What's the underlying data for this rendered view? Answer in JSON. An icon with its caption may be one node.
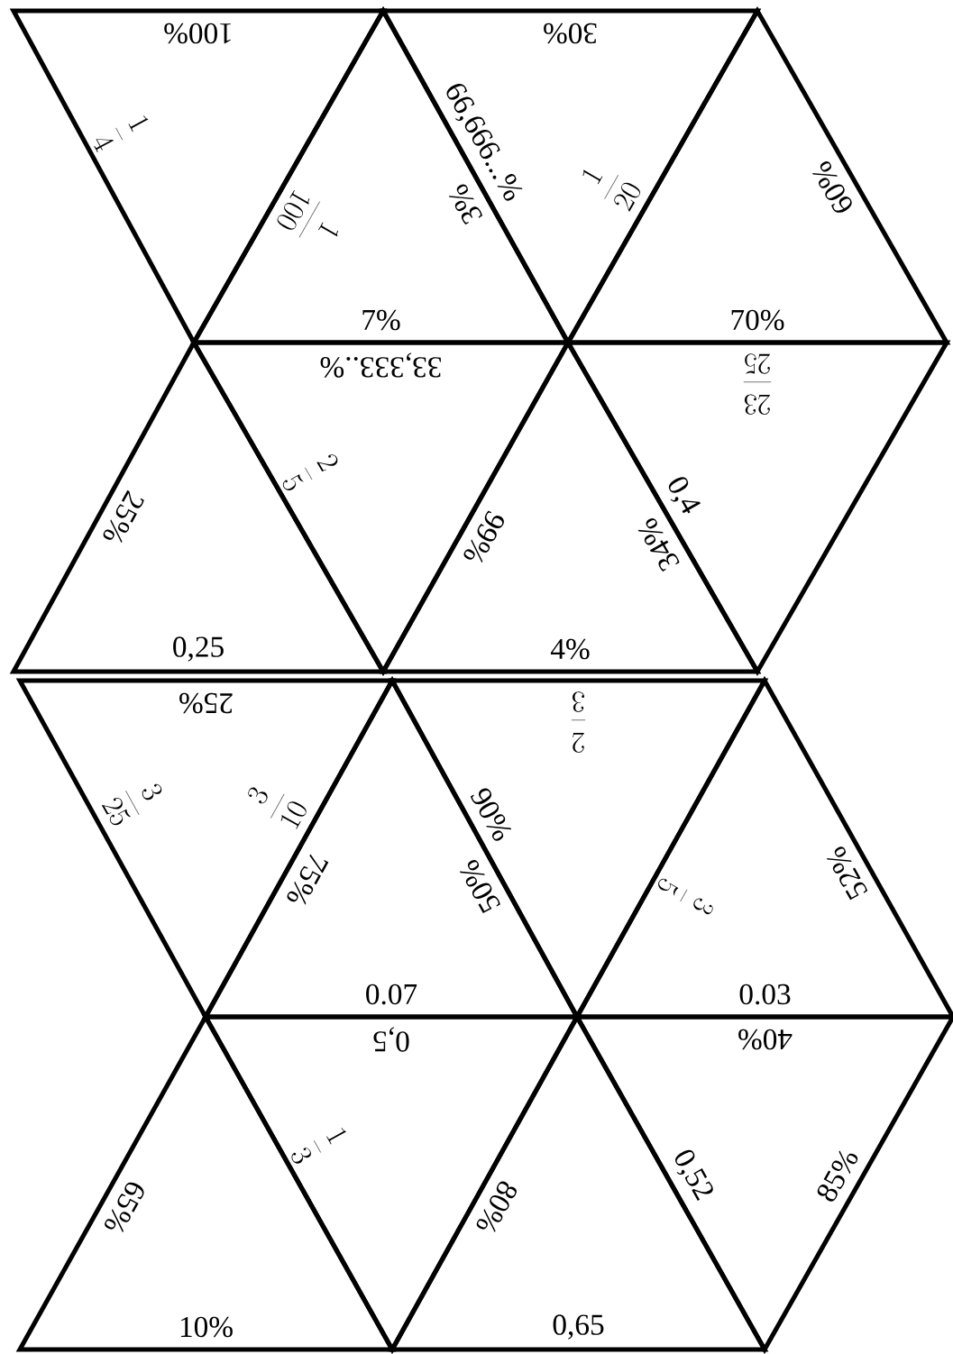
{
  "diagram": {
    "nodes": [
      {
        "text": [
          "100%",
          "\\frac{1}{4}"
        ]
      },
      {
        "text": [
          "\\frac{1}{100}",
          "3%",
          "7%"
        ]
      },
      {
        "text": [
          "30%",
          "66,666...%",
          "\\frac{1}{20}"
        ]
      },
      {
        "text": [
          "60%",
          "70%"
        ]
      },
      {
        "text": [
          "25%",
          "0,25"
        ]
      },
      {
        "text": [
          "33,333..%",
          "\\frac{2}{5}"
        ]
      },
      {
        "text": [
          "99%",
          "34%",
          "4%"
        ]
      },
      {
        "text": [
          "\\frac{23}{25}",
          "0,4"
        ]
      },
      {
        "text": [
          "25%",
          "\\frac{3}{25}",
          "\\frac{3}{10}"
        ]
      },
      {
        "text": [
          "75%",
          "50%",
          "0.07"
        ]
      },
      {
        "text": [
          "\\frac{2}{3}",
          "90%"
        ]
      },
      {
        "text": [
          "\\frac{3}{5}",
          "52%",
          "0.03"
        ]
      },
      {
        "text": [
          "65%",
          "10%"
        ]
      },
      {
        "text": [
          "0,5",
          "\\frac{1}{3}"
        ]
      },
      {
        "text": [
          "80%",
          "0,65"
        ]
      },
      {
        "text": [
          "40%",
          "85%",
          "0,52"
        ]
      }
    ]
  }
}
